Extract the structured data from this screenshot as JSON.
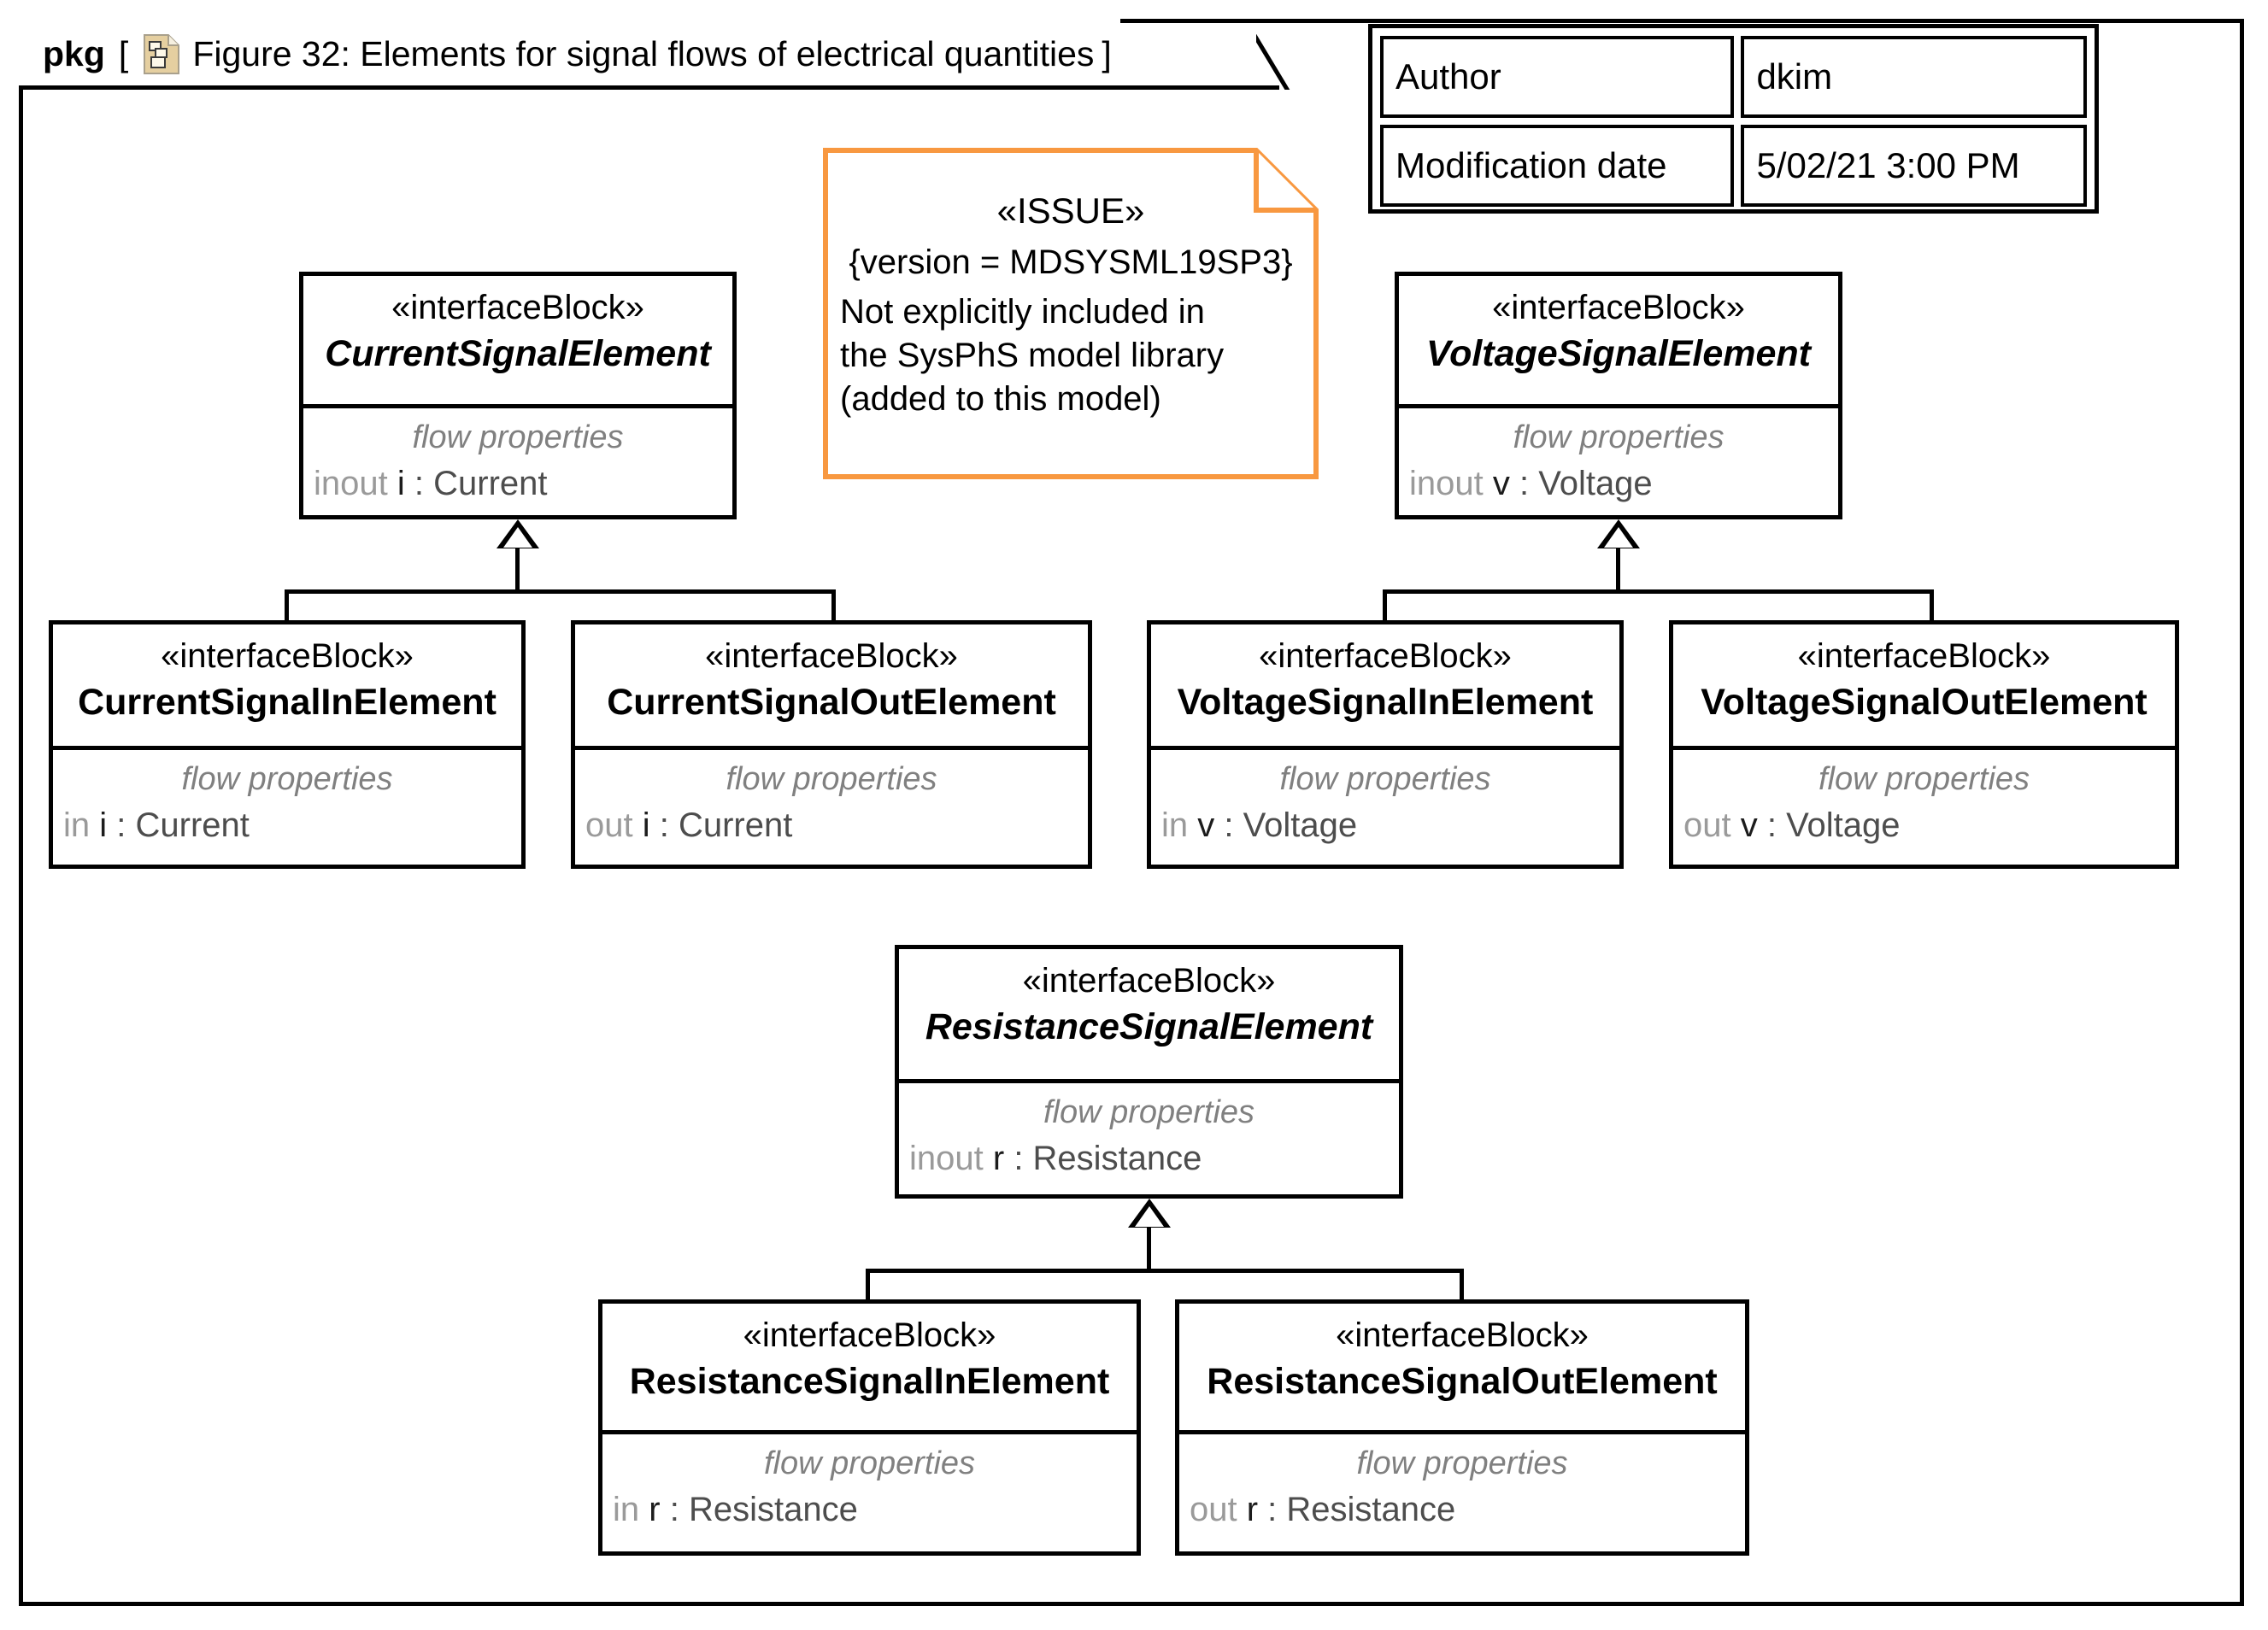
{
  "frame": {
    "keyword": "pkg",
    "bracket_open": "[",
    "bracket_close": "]",
    "icon": "package-diagram-icon",
    "title": "Figure 32: Elements for signal flows of electrical quantities"
  },
  "author_table": {
    "rows": [
      {
        "label": "Author",
        "value": "dkim"
      },
      {
        "label": "Modification date",
        "value": "5/02/21 3:00 PM"
      }
    ]
  },
  "note": {
    "stereotype": "«ISSUE»",
    "version": "{version = MDSYSML19SP3}",
    "line1": "Not explicitly included in",
    "line2": "the SysPhS model library",
    "line3": "(added to this model)",
    "border_color": "#F89840"
  },
  "compartment_label": "flow properties",
  "stereotype": "«interfaceBlock»",
  "blocks": [
    {
      "id": "current-signal-element",
      "stereotype": "«interfaceBlock»",
      "name": "CurrentSignalElement",
      "abstract": true,
      "compartment_label": "flow properties",
      "property": {
        "direction": "inout",
        "name": "i",
        "sep": " : ",
        "type": "Current"
      }
    },
    {
      "id": "current-signal-in-element",
      "stereotype": "«interfaceBlock»",
      "name": "CurrentSignalInElement",
      "abstract": false,
      "compartment_label": "flow properties",
      "property": {
        "direction": "in",
        "name": "i",
        "sep": " : ",
        "type": "Current"
      }
    },
    {
      "id": "current-signal-out-element",
      "stereotype": "«interfaceBlock»",
      "name": "CurrentSignalOutElement",
      "abstract": false,
      "compartment_label": "flow properties",
      "property": {
        "direction": "out",
        "name": "i",
        "sep": " : ",
        "type": "Current"
      }
    },
    {
      "id": "voltage-signal-element",
      "stereotype": "«interfaceBlock»",
      "name": "VoltageSignalElement",
      "abstract": true,
      "compartment_label": "flow properties",
      "property": {
        "direction": "inout",
        "name": "v",
        "sep": " : ",
        "type": "Voltage"
      }
    },
    {
      "id": "voltage-signal-in-element",
      "stereotype": "«interfaceBlock»",
      "name": "VoltageSignalInElement",
      "abstract": false,
      "compartment_label": "flow properties",
      "property": {
        "direction": "in",
        "name": "v",
        "sep": " : ",
        "type": "Voltage"
      }
    },
    {
      "id": "voltage-signal-out-element",
      "stereotype": "«interfaceBlock»",
      "name": "VoltageSignalOutElement",
      "abstract": false,
      "compartment_label": "flow properties",
      "property": {
        "direction": "out",
        "name": "v",
        "sep": " : ",
        "type": "Voltage"
      }
    },
    {
      "id": "resistance-signal-element",
      "stereotype": "«interfaceBlock»",
      "name": "ResistanceSignalElement",
      "abstract": true,
      "compartment_label": "flow properties",
      "property": {
        "direction": "inout",
        "name": "r",
        "sep": " : ",
        "type": "Resistance"
      }
    },
    {
      "id": "resistance-signal-in-element",
      "stereotype": "«interfaceBlock»",
      "name": "ResistanceSignalInElement",
      "abstract": false,
      "compartment_label": "flow properties",
      "property": {
        "direction": "in",
        "name": "r",
        "sep": " : ",
        "type": "Resistance"
      }
    },
    {
      "id": "resistance-signal-out-element",
      "stereotype": "«interfaceBlock»",
      "name": "ResistanceSignalOutElement",
      "abstract": false,
      "compartment_label": "flow properties",
      "property": {
        "direction": "out",
        "name": "r",
        "sep": " : ",
        "type": "Resistance"
      }
    }
  ],
  "generalizations": [
    {
      "from": "CurrentSignalInElement",
      "to": "CurrentSignalElement"
    },
    {
      "from": "CurrentSignalOutElement",
      "to": "CurrentSignalElement"
    },
    {
      "from": "VoltageSignalInElement",
      "to": "VoltageSignalElement"
    },
    {
      "from": "VoltageSignalOutElement",
      "to": "VoltageSignalElement"
    },
    {
      "from": "ResistanceSignalInElement",
      "to": "ResistanceSignalElement"
    },
    {
      "from": "ResistanceSignalOutElement",
      "to": "ResistanceSignalElement"
    }
  ]
}
